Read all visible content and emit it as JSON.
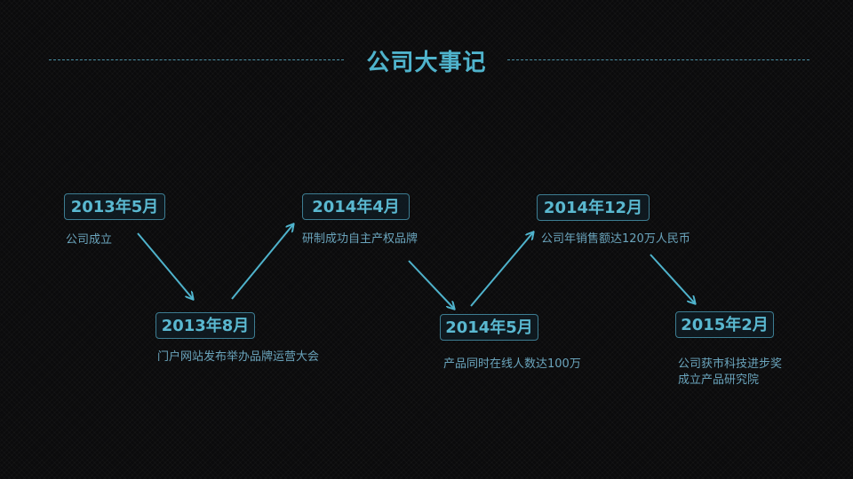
{
  "title": "公司大事记",
  "events": [
    {
      "date": "2013年5月",
      "desc": [
        "公司成立"
      ]
    },
    {
      "date": "2013年8月",
      "desc": [
        "门户网站发布举办品牌运营大会"
      ]
    },
    {
      "date": "2014年4月",
      "desc": [
        "研制成功自主产权品牌"
      ]
    },
    {
      "date": "2014年5月",
      "desc": [
        "产品同时在线人数达100万"
      ]
    },
    {
      "date": "2014年12月",
      "desc": [
        "公司年销售额达120万人民币"
      ]
    },
    {
      "date": "2015年2月",
      "desc": [
        "公司获市科技进步奖",
        "成立产品研究院"
      ]
    }
  ],
  "colors": {
    "accent": "#4fb3cc",
    "border": "#3d7d92",
    "text": "#6aa4bc"
  }
}
